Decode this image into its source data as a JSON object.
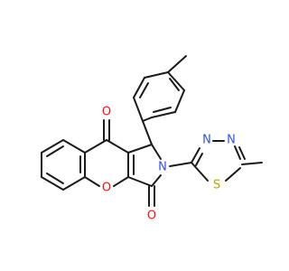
{
  "structure": {
    "atoms": {
      "oxygen_top": "O",
      "oxygen_ring": "O",
      "oxygen_bottom": "O",
      "nitrogen_lactam": "N",
      "nitrogen_thiadiazole_1": "N",
      "nitrogen_thiadiazole_2": "N",
      "sulfur": "S"
    },
    "colors": {
      "bond": "#1a1a1a",
      "oxygen": "#ff0d0d",
      "nitrogen": "#3050f8",
      "sulfur": "#b8a400"
    }
  }
}
